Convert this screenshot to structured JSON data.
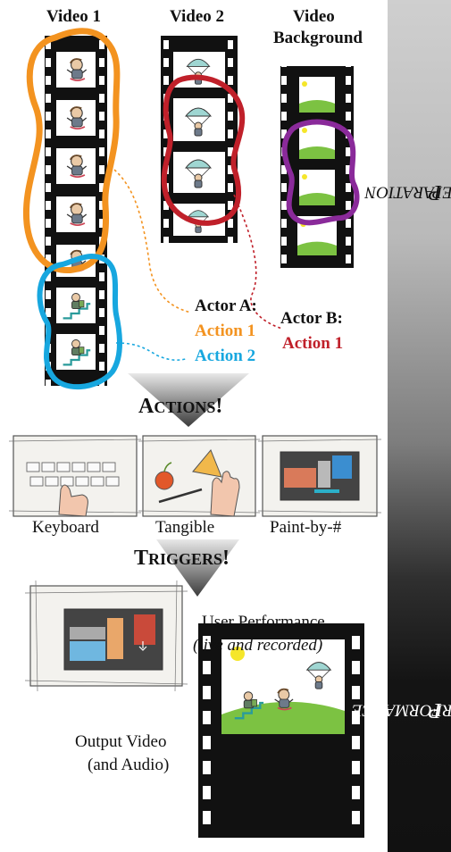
{
  "preparation": {
    "video1_title": "Video 1",
    "video2_title": "Video 2",
    "video_bg_title_line1": "Video",
    "video_bg_title_line2": "Background",
    "actor_a_label": "Actor A:",
    "actor_a_action1": "Action 1",
    "actor_a_action2": "Action 2",
    "actor_b_label": "Actor B:",
    "actor_b_action1": "Action 1"
  },
  "actions_heading": {
    "first": "A",
    "rest": "CTIONS",
    "bang": "!"
  },
  "triggers_heading": {
    "first": "T",
    "rest": "RIGGERS",
    "bang": "!"
  },
  "inputs": {
    "keyboard_label": "Keyboard",
    "tangible_label": "Tangible",
    "paint_label": "Paint-by-#"
  },
  "performance": {
    "user_performance_label": "User Performance",
    "user_performance_sub": "(live and recorded)",
    "output_label_line1": "Output Video",
    "output_label_line2": "(and Audio)"
  },
  "sidebar": {
    "preparation_first": "P",
    "preparation_rest": "REPARATION",
    "performance_first": "P",
    "performance_rest": "ERFORMANCE"
  },
  "colors": {
    "orange": "#f39320",
    "red": "#c0202a",
    "purple": "#8a2a9a",
    "blue": "#17a7df",
    "green": "#7cc242",
    "sun": "#f5e62a"
  }
}
